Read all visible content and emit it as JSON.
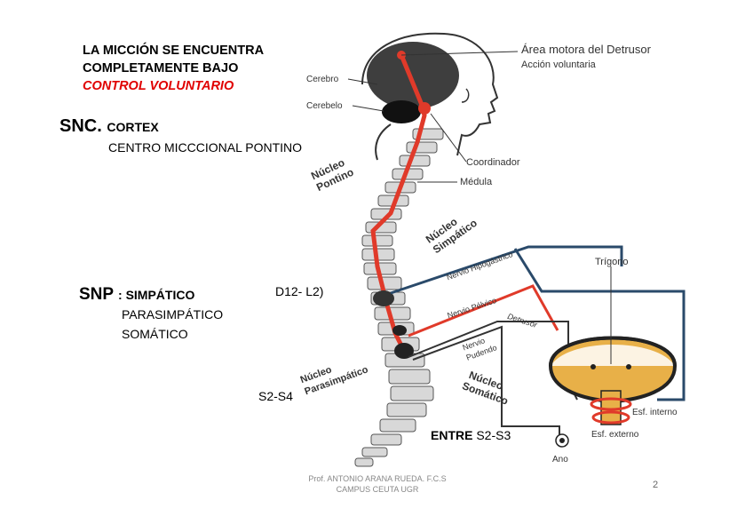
{
  "title": {
    "line1": "LA MICCIÓN SE ENCUENTRA",
    "line2": "COMPLETAMENTE BAJO",
    "line3": "CONTROL VOLUNTARIO"
  },
  "snc": {
    "label": "SNC.",
    "item1": "CORTEX",
    "item2": "CENTRO MICCCIONAL PONTINO"
  },
  "snp": {
    "label": "SNP",
    "item1": ": SIMPÁTICO",
    "item2": "PARASIMPÁTICO",
    "item3": "SOMÁTICO"
  },
  "annotations": {
    "d12": "D12- L2)",
    "s2s4": "S2-S4",
    "entre_word": "ENTRE",
    "entre_range": "S2-S3"
  },
  "diagram": {
    "area_motora": "Área motora del Detrusor",
    "accion_voluntaria": "Acción voluntaria",
    "cerebro": "Cerebro",
    "cerebelo": "Cerebelo",
    "nucleo_pontino_1": "Núcleo",
    "nucleo_pontino_2": "Pontino",
    "coordinador": "Coordinador",
    "medula": "Médula",
    "nucleo_simpatico_1": "Núcleo",
    "nucleo_simpatico_2": "Simpático",
    "nervio_hipogastrico": "Nervio Hipogástrico",
    "trigono": "Trígono",
    "nervio_pelvico": "Nervio Pélvico",
    "detrusor": "Detrusor",
    "nervio_pudendo_1": "Nervio",
    "nervio_pudendo_2": "Pudendo",
    "nucleo_parasimpatico_1": "Núcleo",
    "nucleo_parasimpatico_2": "Parasimpático",
    "nucleo_somatico_1": "Núcleo",
    "nucleo_somatico_2": "Somático",
    "esf_interno": "Esf. interno",
    "esf_externo": "Esf. externo",
    "ano": "Ano"
  },
  "footer": {
    "line1": "Prof. ANTONIO ARANA RUEDA. F.C.S",
    "line2": "CAMPUS CEUTA UGR",
    "page": "2"
  },
  "colors": {
    "title_red": "#e00000",
    "pathway_red": "#e03a2a",
    "nerve_blue": "#2a4a6a",
    "bladder_fill": "#e8b048"
  }
}
